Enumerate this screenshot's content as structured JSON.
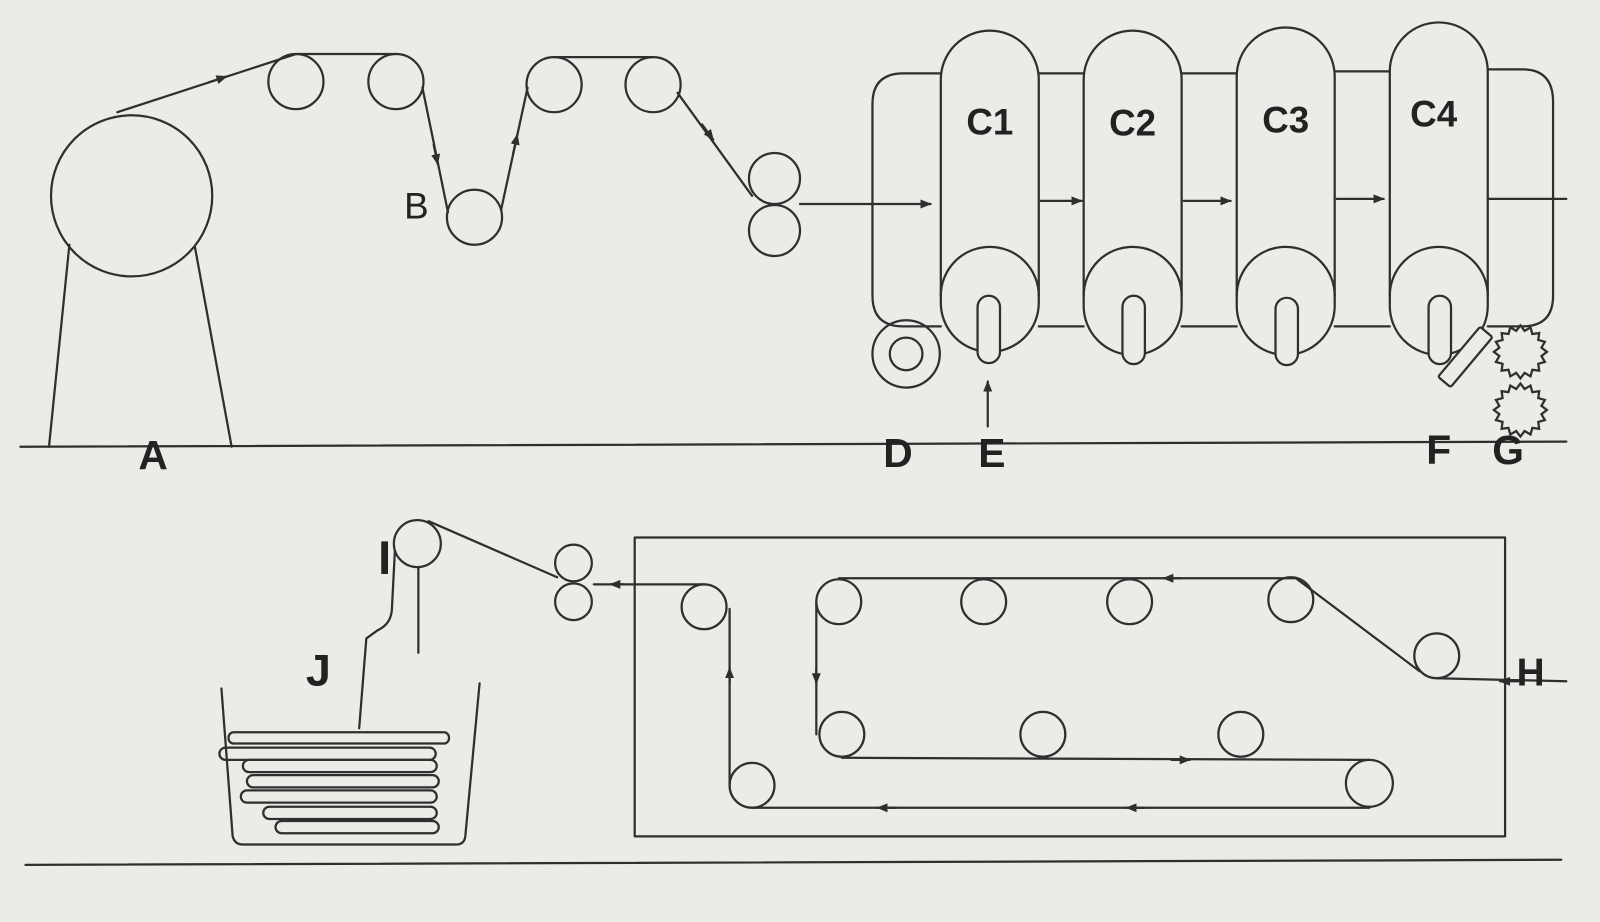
{
  "labels": {
    "a": "A",
    "b": "B",
    "c1": "C1",
    "c2": "C2",
    "c3": "C3",
    "c4": "C4",
    "d": "D",
    "e": "E",
    "f": "F",
    "g": "G",
    "h": "H",
    "i": "I",
    "j": "J"
  },
  "colors": {
    "background": "#ebebe8",
    "stroke": "#2f2f2f",
    "label": "#222222"
  }
}
